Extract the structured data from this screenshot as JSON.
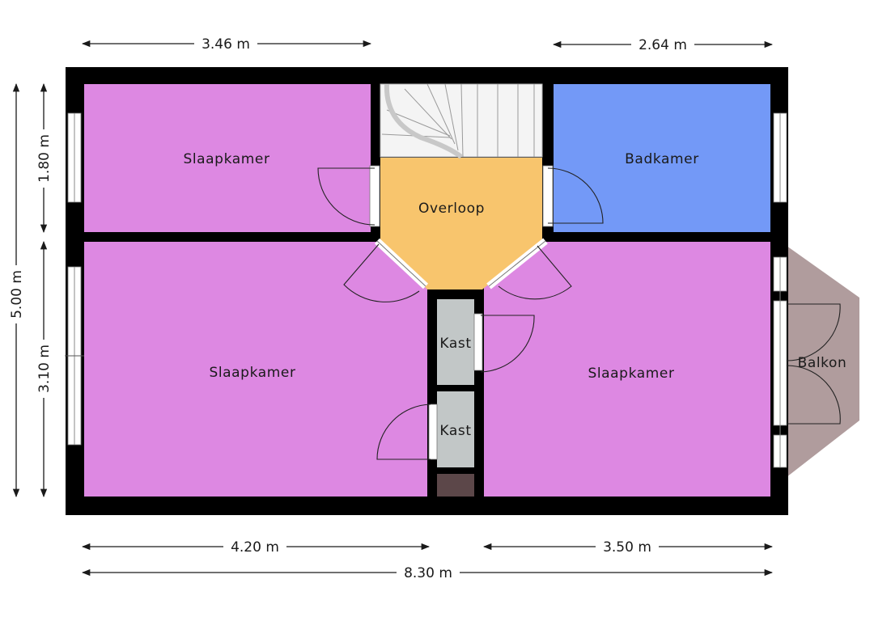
{
  "rooms": {
    "slaapkamer_top": "Slaapkamer",
    "badkamer": "Badkamer",
    "overloop": "Overloop",
    "slaapkamer_left": "Slaapkamer",
    "slaapkamer_right": "Slaapkamer",
    "kast_top": "Kast",
    "kast_bottom": "Kast",
    "balkon": "Balkon"
  },
  "dimensions": {
    "top_left": "3.46 m",
    "top_right": "2.64 m",
    "left_total": "5.00 m",
    "left_upper": "1.80 m",
    "left_lower": "3.10 m",
    "bottom_left": "4.20 m",
    "bottom_right": "3.50 m",
    "bottom_total": "8.30 m"
  },
  "colors": {
    "bedroom": "#dd88e2",
    "bathroom": "#7399f7",
    "landing": "#f8c56d",
    "closet": "#c2c7c7",
    "balcony": "#b09c9d",
    "wall": "#000000"
  }
}
